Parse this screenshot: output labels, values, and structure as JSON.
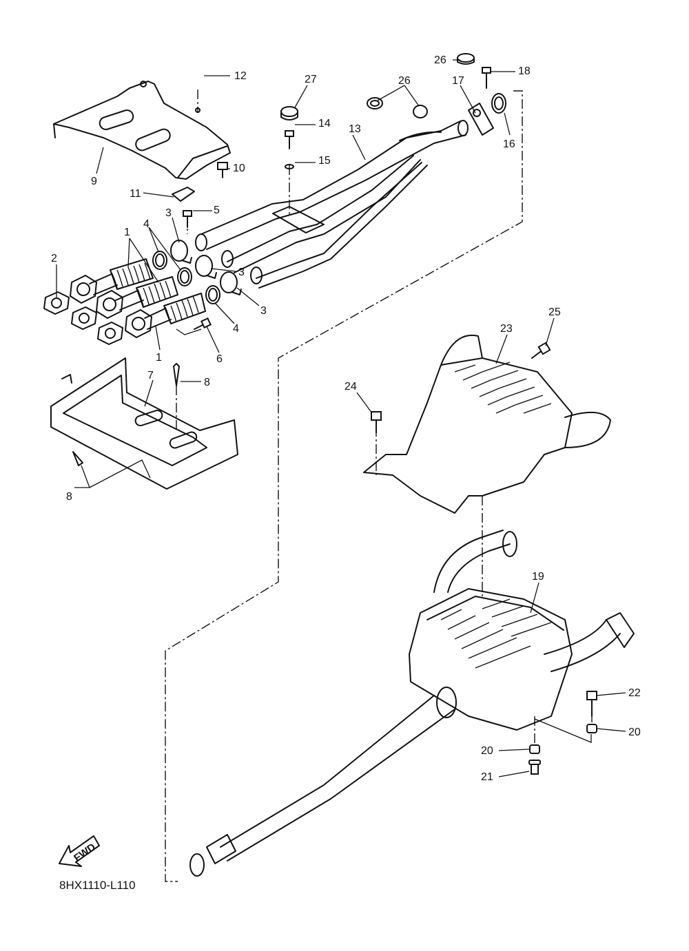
{
  "diagram_code": "8HX1110-L110",
  "fwd_label": "FWD",
  "callouts": [
    "12",
    "27",
    "26",
    "26",
    "17",
    "18",
    "14",
    "13",
    "16",
    "15",
    "10",
    "9",
    "11",
    "5",
    "3",
    "1",
    "4",
    "2",
    "3",
    "3",
    "4",
    "6",
    "1",
    "7",
    "8",
    "8",
    "25",
    "23",
    "24",
    "19",
    "22",
    "20",
    "20",
    "21"
  ]
}
